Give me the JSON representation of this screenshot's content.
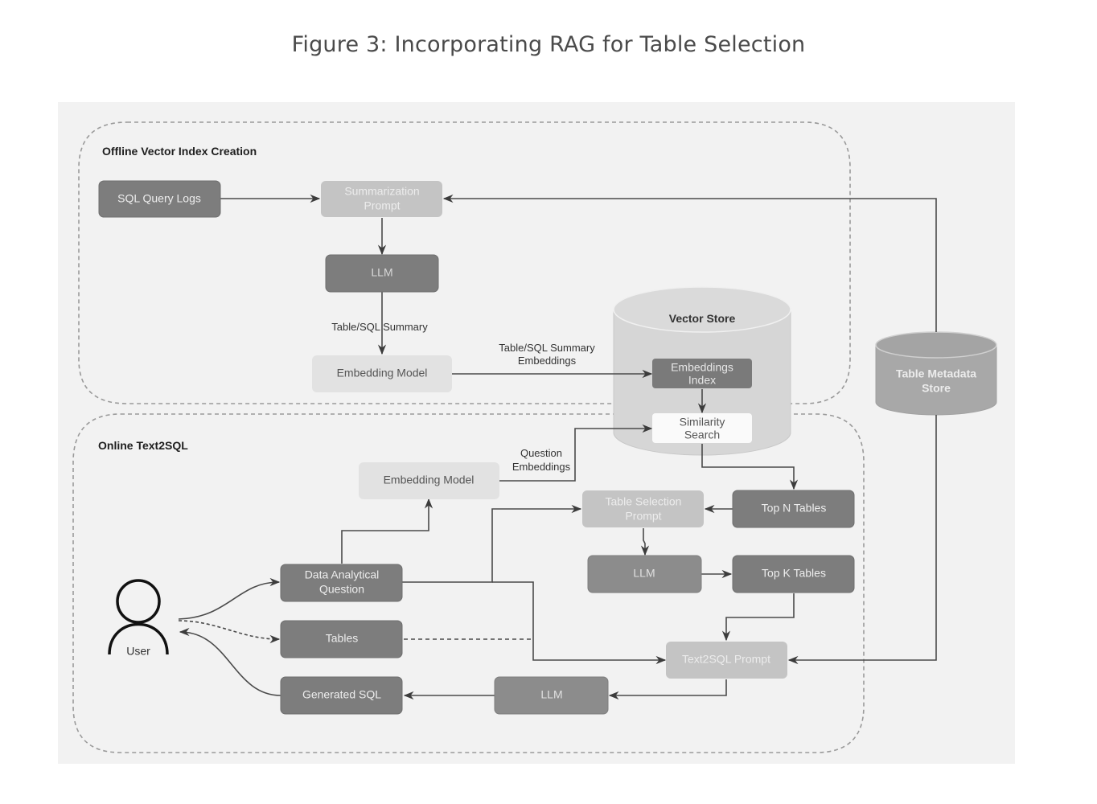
{
  "figure": {
    "title": "Figure 3: Incorporating RAG for Table Selection"
  },
  "sections": {
    "offline": "Offline Vector Index Creation",
    "online": "Online Text2SQL"
  },
  "colors": {
    "panel": "#f2f2f2",
    "dark_box": "#7d7d7d",
    "mid_box": "#8c8c8c",
    "light_box": "#c4c4c4",
    "pale_box": "#e2e2e2",
    "white_box": "#fafafa",
    "cylinder": "#d6d6d6",
    "metadata_cylinder": "#a8a8a8",
    "line": "#4a4a4a",
    "dashed_border": "#9a9a9a"
  },
  "nodes": {
    "sql_query_logs": "SQL Query Logs",
    "summarization_prompt": [
      "Summarization",
      "Prompt"
    ],
    "llm_offline": "LLM",
    "embedding_model_offline": "Embedding Model",
    "vector_store": "Vector Store",
    "embeddings_index": [
      "Embeddings",
      "Index"
    ],
    "similarity_search": [
      "Similarity",
      "Search"
    ],
    "table_metadata_store": [
      "Table Metadata",
      "Store"
    ],
    "embedding_model_online": "Embedding Model",
    "table_selection_prompt": [
      "Table Selection",
      "Prompt"
    ],
    "top_n_tables": "Top N Tables",
    "llm_selection": "LLM",
    "top_k_tables": "Top K Tables",
    "data_analytical_question": [
      "Data Analytical",
      "Question"
    ],
    "tables": "Tables",
    "generated_sql": "Generated SQL",
    "text2sql_prompt": "Text2SQL Prompt",
    "llm_online": "LLM",
    "user": "User"
  },
  "edge_labels": {
    "table_sql_summary": "Table/SQL Summary",
    "summary_embeddings": [
      "Table/SQL Summary",
      "Embeddings"
    ],
    "question_embeddings": [
      "Question",
      "Embeddings"
    ]
  }
}
